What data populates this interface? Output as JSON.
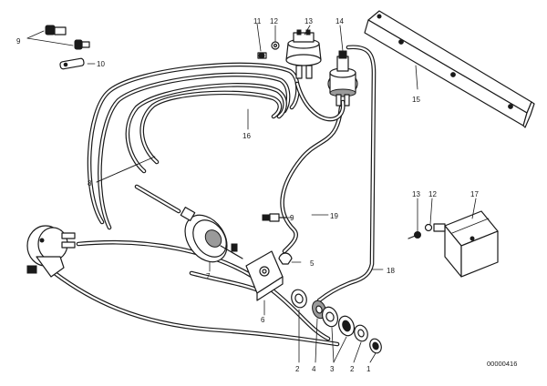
{
  "diagram": {
    "reference_number": "00000416",
    "callouts": {
      "c1": "1",
      "c2a": "2",
      "c2b": "2",
      "c3": "3",
      "c4": "4",
      "c5": "5",
      "c6": "6",
      "c7": "7",
      "c8": "8",
      "c9a": "9",
      "c9b": "9",
      "c10": "10",
      "c11": "11",
      "c12a": "12",
      "c12b": "12",
      "c13a": "13",
      "c13b": "13",
      "c14": "14",
      "c15": "15",
      "c16": "16",
      "c17": "17",
      "c18": "18",
      "c19": "19"
    }
  }
}
